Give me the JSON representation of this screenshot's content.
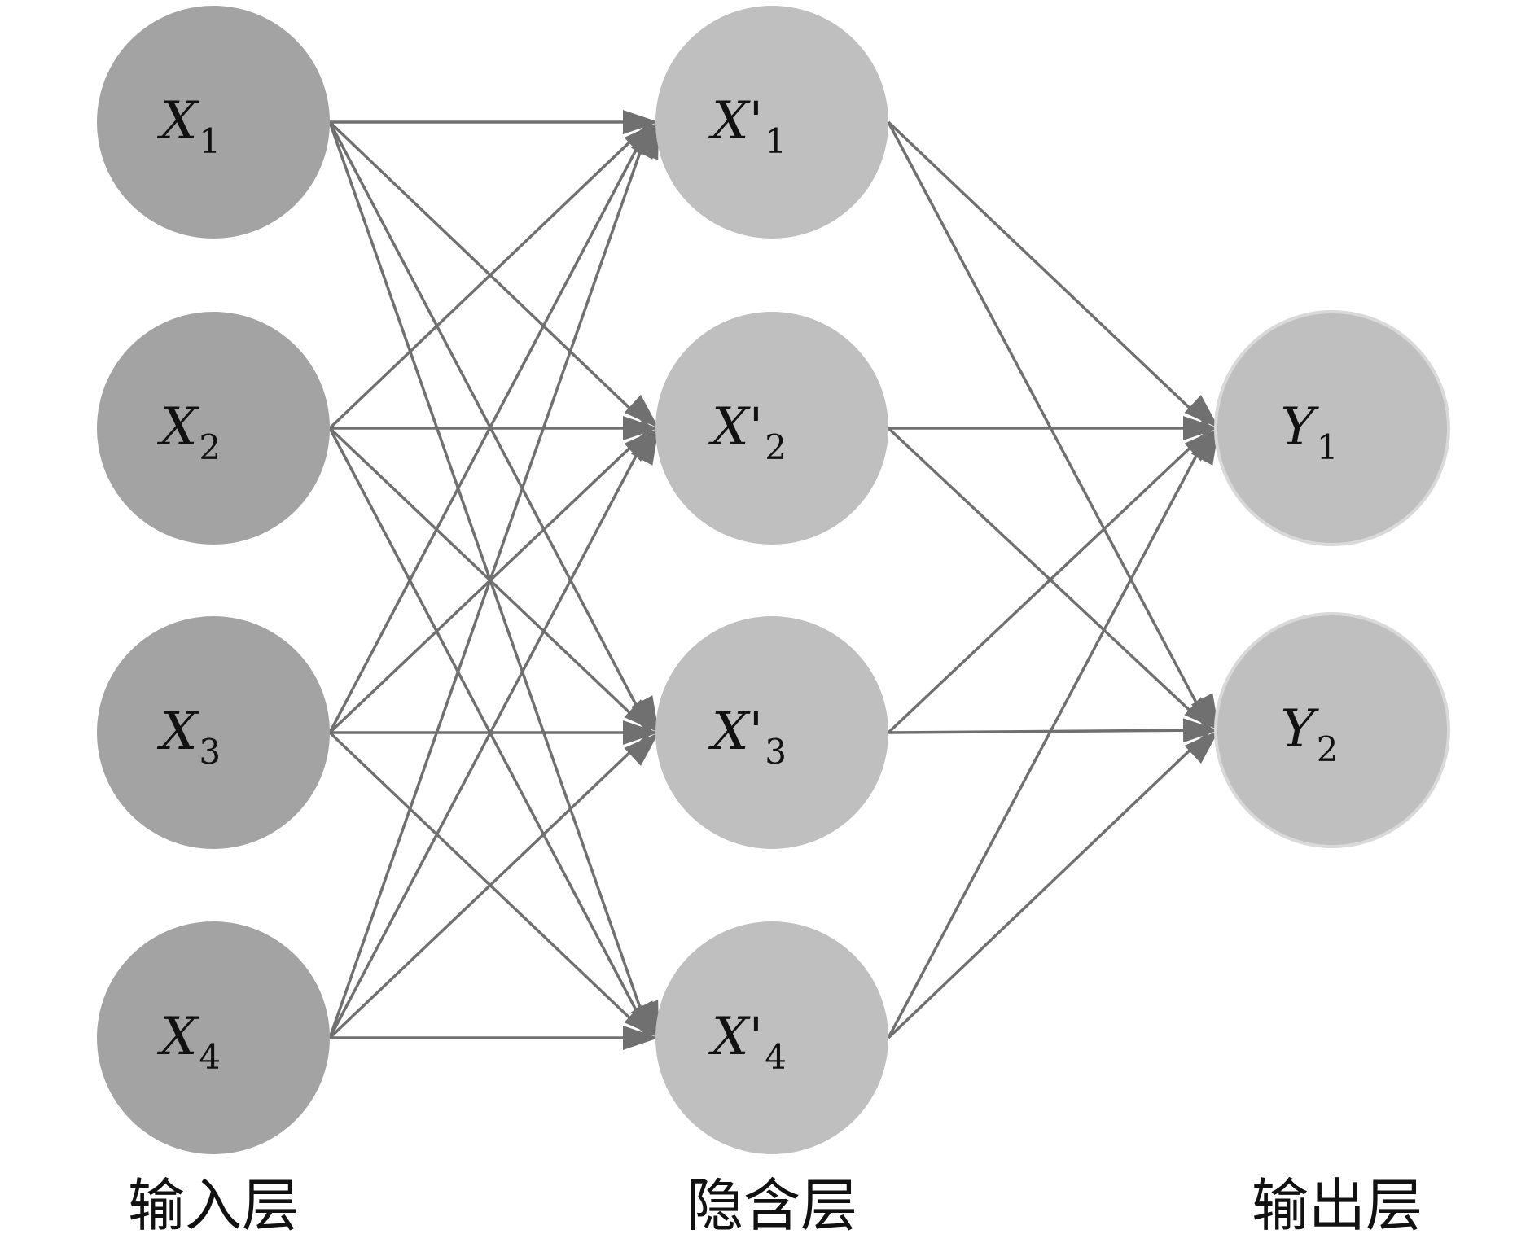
{
  "layers": [
    {
      "label": "输入层",
      "nodes": [
        {
          "letter": "X",
          "prime": "",
          "subscript": "1"
        },
        {
          "letter": "X",
          "prime": "",
          "subscript": "2"
        },
        {
          "letter": "X",
          "prime": "",
          "subscript": "3"
        },
        {
          "letter": "X",
          "prime": "",
          "subscript": "4"
        }
      ]
    },
    {
      "label": "隐含层",
      "nodes": [
        {
          "letter": "X",
          "prime": "'",
          "subscript": "1"
        },
        {
          "letter": "X",
          "prime": "'",
          "subscript": "2"
        },
        {
          "letter": "X",
          "prime": "'",
          "subscript": "3"
        },
        {
          "letter": "X",
          "prime": "'",
          "subscript": "4"
        }
      ]
    },
    {
      "label": "输出层",
      "nodes": [
        {
          "letter": "Y",
          "prime": "",
          "subscript": "1"
        },
        {
          "letter": "Y",
          "prime": "",
          "subscript": "2"
        }
      ]
    }
  ],
  "connections": "fully-connected",
  "colors": {
    "input_node": "#a3a3a3",
    "hidden_node": "#bfbfbf",
    "output_node": "#bfbfbf",
    "edge": "#707070"
  }
}
